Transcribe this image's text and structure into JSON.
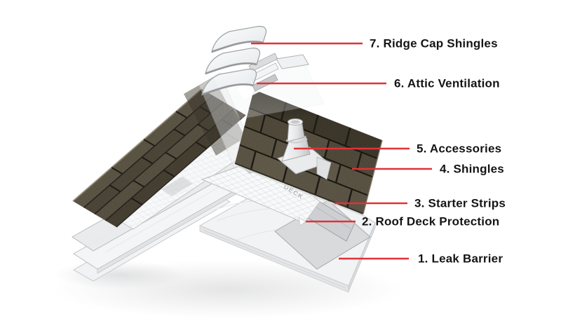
{
  "labels": [
    {
      "num": "7",
      "text": "7. Ridge Cap Shingles"
    },
    {
      "num": "6",
      "text": "6. Attic Ventilation"
    },
    {
      "num": "5",
      "text": "5. Accessories"
    },
    {
      "num": "4",
      "text": "4. Shingles"
    },
    {
      "num": "3",
      "text": "3. Starter Strips"
    },
    {
      "num": "2",
      "text": "2. Roof Deck Protection"
    },
    {
      "num": "1",
      "text": "1. Leak Barrier"
    }
  ],
  "watermark": {
    "deck_membrane_text": "DECK"
  },
  "colors": {
    "background": "#ffffff",
    "leader_line": "#e03238",
    "label_text": "#141414",
    "shingle_base": "#6d6552",
    "shingle_shadow": "#4a4434",
    "sheet_light": "#f4f5f6",
    "deck_edge": "#c6c8ca"
  }
}
